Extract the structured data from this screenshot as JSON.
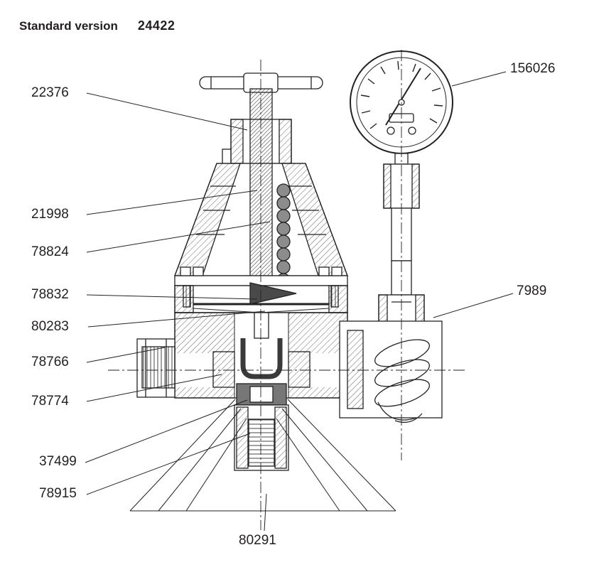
{
  "header": {
    "title": "Standard version",
    "part_number": "24422"
  },
  "labels": [
    {
      "id": "22376",
      "text": "22376"
    },
    {
      "id": "21998",
      "text": "21998"
    },
    {
      "id": "78824",
      "text": "78824"
    },
    {
      "id": "78832",
      "text": "78832"
    },
    {
      "id": "80283",
      "text": "80283"
    },
    {
      "id": "78766",
      "text": "78766"
    },
    {
      "id": "78774",
      "text": "78774"
    },
    {
      "id": "37499",
      "text": "37499"
    },
    {
      "id": "78915",
      "text": "78915"
    },
    {
      "id": "156026",
      "text": "156026"
    },
    {
      "id": "7989",
      "text": "7989"
    },
    {
      "id": "80291",
      "text": "80291"
    }
  ]
}
